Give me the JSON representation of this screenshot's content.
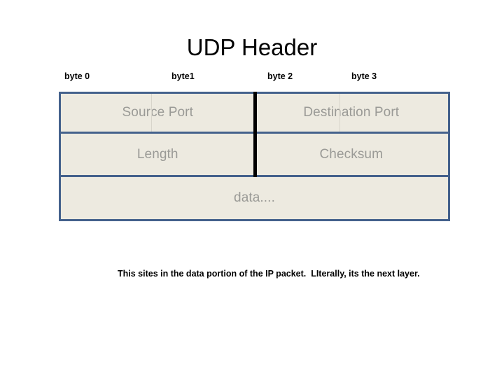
{
  "slide": {
    "title": "UDP Header",
    "caption": "This sites in the data portion of the IP packet.  LIterally, its the next layer."
  },
  "byte_ruler": {
    "labels": [
      {
        "name": "byte-0",
        "text": "byte 0"
      },
      {
        "name": "byte-1",
        "text": "byte1"
      },
      {
        "name": "byte-2",
        "text": "byte 2"
      },
      {
        "name": "byte-3",
        "text": "byte 3"
      }
    ]
  },
  "packet": {
    "rows": [
      {
        "name": "ports-row",
        "cells": [
          {
            "name": "source-port",
            "text": "Source Port"
          },
          {
            "name": "destination-port",
            "text": "Destination Port"
          }
        ]
      },
      {
        "name": "length-checksum-row",
        "cells": [
          {
            "name": "length",
            "text": "Length"
          },
          {
            "name": "checksum",
            "text": "Checksum"
          }
        ]
      },
      {
        "name": "data-row",
        "cells": [
          {
            "name": "data",
            "text": "data...."
          }
        ]
      }
    ]
  },
  "colors": {
    "table_border": "#44618C",
    "table_fill": "#EDEAE0",
    "cell_text": "#9A9A96",
    "quarter_rule": "#D8D5CB",
    "mid_divider": "#000000",
    "title_text": "#000000",
    "background": "#FFFFFF"
  }
}
